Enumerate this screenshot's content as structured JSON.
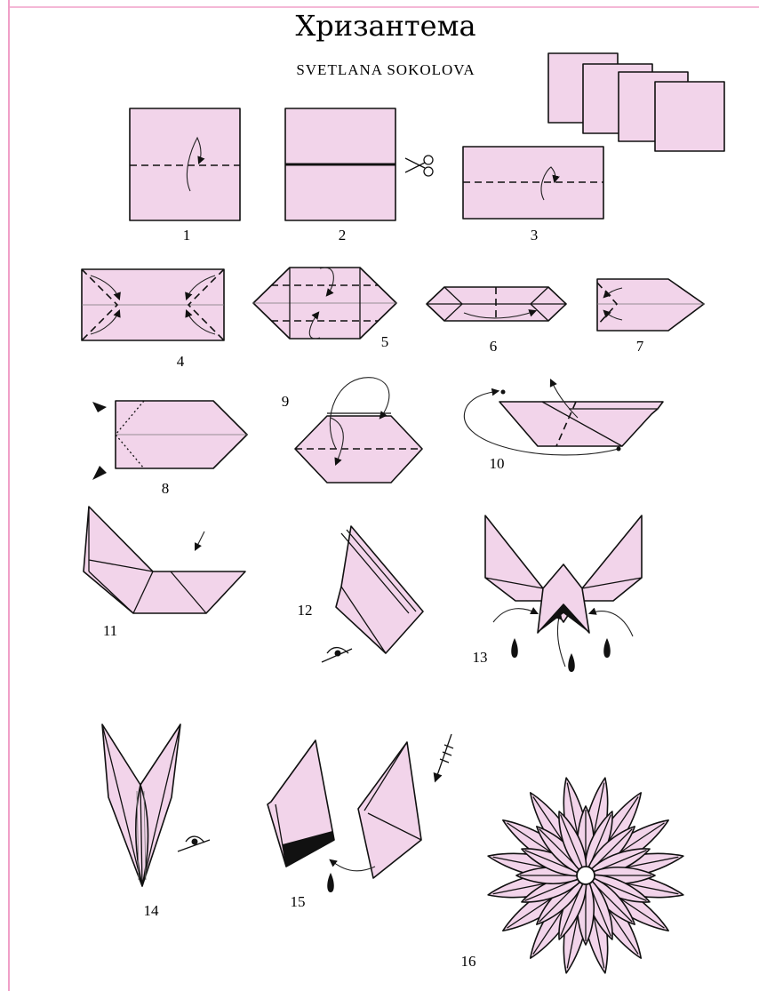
{
  "title": "Хризантема",
  "author": "SVETLANA SOKOLOVA",
  "step_numbers": [
    "1",
    "2",
    "3",
    "4",
    "5",
    "6",
    "7",
    "8",
    "9",
    "10",
    "11",
    "12",
    "13",
    "14",
    "15",
    "16"
  ],
  "colors": {
    "paper": "#f2d4ea",
    "outline": "#111111",
    "border": "#f0a0c8"
  },
  "icons": [
    "scissors-icon",
    "eye-icon",
    "glue-drop-icon",
    "squash-arrow-icon"
  ]
}
